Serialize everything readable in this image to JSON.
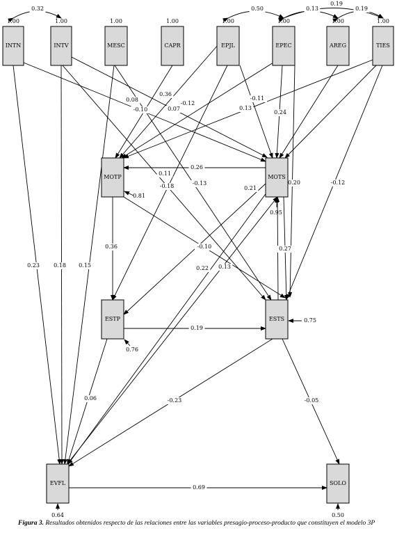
{
  "caption": {
    "label": "Figura 3.",
    "text": "Resultados obtenidos respecto de las relaciones entre las variables presagio-proceso-producto que constituyen el modelo 3P"
  },
  "nodes": {
    "INTN": {
      "label": "INTN",
      "variance": "1.00"
    },
    "INTV": {
      "label": "INTV",
      "variance": "1.00"
    },
    "MESC": {
      "label": "MESC",
      "variance": "1.00"
    },
    "CAPR": {
      "label": "CAPR",
      "variance": "1.00"
    },
    "EPJL": {
      "label": "EPJL",
      "variance": "1.00"
    },
    "EPEC": {
      "label": "EPEC",
      "variance": "1.00"
    },
    "AREG": {
      "label": "AREG",
      "variance": "1.00"
    },
    "TIES": {
      "label": "TIES",
      "variance": "1.00"
    },
    "MOTP": {
      "label": "MOTP",
      "residual": "0.81"
    },
    "MOTS": {
      "label": "MOTS",
      "residual": "0.95"
    },
    "ESTP": {
      "label": "ESTP",
      "residual": "0.76"
    },
    "ESTS": {
      "label": "ESTS",
      "residual": "0.75"
    },
    "EVFL": {
      "label": "EVFL",
      "residual": "0.64"
    },
    "SOLO": {
      "label": "SOLO",
      "residual": "0.50"
    }
  },
  "correlations": [
    {
      "from": "INTN",
      "to": "INTV",
      "value": "0.32"
    },
    {
      "from": "EPJL",
      "to": "EPEC",
      "value": "0.50"
    },
    {
      "from": "EPEC",
      "to": "AREG",
      "value": "0.13"
    },
    {
      "from": "AREG",
      "to": "TIES",
      "value": "0.19"
    },
    {
      "from": "EPEC",
      "to": "TIES",
      "value": "0.19"
    }
  ],
  "paths": [
    {
      "from": "INTN",
      "to": "MOTS",
      "value": "0.08"
    },
    {
      "from": "INTN",
      "to": "EVFL",
      "value": "0.23"
    },
    {
      "from": "INTV",
      "to": "MOTS",
      "value": "-0.10"
    },
    {
      "from": "INTV",
      "to": "ESTS",
      "value": "-0.18"
    },
    {
      "from": "INTV",
      "to": "EVFL",
      "value": "0.18"
    },
    {
      "from": "MESC",
      "to": "EVFL",
      "value": "0.15"
    },
    {
      "from": "MESC",
      "to": "ESTS",
      "value": "-0.13"
    },
    {
      "from": "CAPR",
      "to": "MOTP",
      "value": "0.36"
    },
    {
      "from": "EPJL",
      "to": "MOTP",
      "value": "-0.12"
    },
    {
      "from": "EPJL",
      "to": "MOTS",
      "value": "-0.11"
    },
    {
      "from": "EPJL",
      "to": "ESTP",
      "value": "0.11"
    },
    {
      "from": "EPEC",
      "to": "MOTP",
      "value": "0.07"
    },
    {
      "from": "EPEC",
      "to": "MOTS",
      "value": "0.24"
    },
    {
      "from": "EPEC",
      "to": "ESTS",
      "value": "0.20"
    },
    {
      "from": "AREG",
      "to": "MOTS",
      "value": ""
    },
    {
      "from": "TIES",
      "to": "MOTP",
      "value": "0.13"
    },
    {
      "from": "TIES",
      "to": "MOTS",
      "value": ""
    },
    {
      "from": "TIES",
      "to": "ESTS",
      "value": "-0.12"
    },
    {
      "from": "MOTS",
      "to": "MOTP",
      "value": "0.26"
    },
    {
      "from": "MOTS",
      "to": "ESTP",
      "value": "0.21"
    },
    {
      "from": "MOTS",
      "to": "ESTS",
      "value": "0.27"
    },
    {
      "from": "MOTS",
      "to": "EVFL",
      "value": "0.22"
    },
    {
      "from": "MOTP",
      "to": "ESTP",
      "value": "0.36"
    },
    {
      "from": "MOTP",
      "to": "ESTS",
      "value": "-0.10"
    },
    {
      "from": "ESTP",
      "to": "ESTS",
      "value": "0.19"
    },
    {
      "from": "ESTP",
      "to": "EVFL",
      "value": "0.06"
    },
    {
      "from": "ESTS",
      "to": "EVFL",
      "value": "-0.23"
    },
    {
      "from": "ESTS",
      "to": "SOLO",
      "value": "-0.05"
    },
    {
      "from": "ESTS",
      "to": "MOTS",
      "value": ""
    },
    {
      "from": "EVFL",
      "to": "SOLO",
      "value": "0.69"
    },
    {
      "from": "EVFL",
      "to": "MOTS",
      "value": "0.13"
    }
  ]
}
